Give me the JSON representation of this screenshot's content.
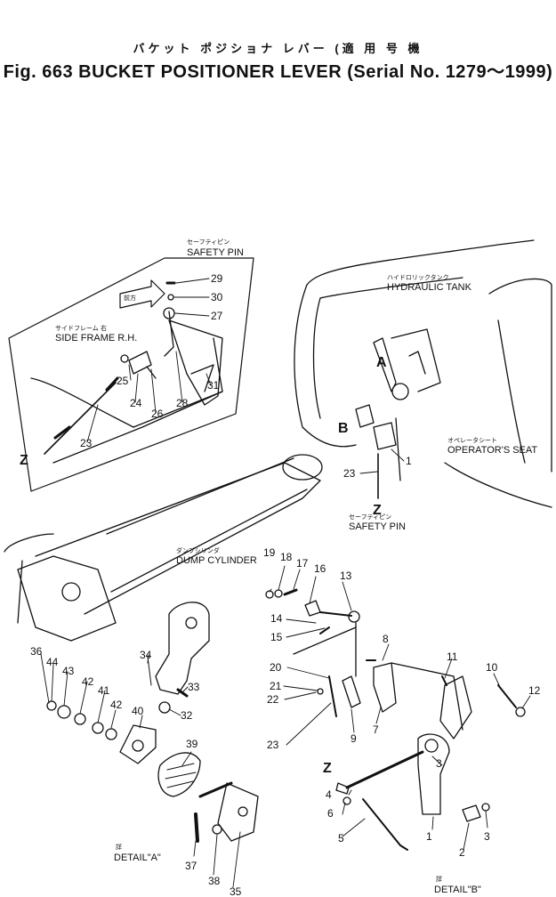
{
  "title": {
    "japanese": "バケット ポジショナ レバー (適 用 号 機",
    "english": "Fig. 663 BUCKET POSITIONER LEVER (Serial No. 1279～1999)"
  },
  "labels": {
    "safety_pin_jp": "セーフティピン",
    "safety_pin": "SAFETY PIN",
    "safety_pin_jp_2": "セーフティピン",
    "safety_pin_2": "SAFETY PIN",
    "hydraulic_tank_jp": "ハイドロリックタンク",
    "hydraulic_tank": "HYDRAULIC TANK",
    "side_frame_jp": "サイドフレーム 右",
    "side_frame": "SIDE FRAME R.H.",
    "operators_seat_jp": "オペレータシート",
    "operators_seat": "OPERATOR'S SEAT",
    "dump_cylinder_jp": "ダンプシリンダ",
    "dump_cylinder": "DUMP CYLINDER",
    "arrow_tag": "前方",
    "detail_a_jp": "詳",
    "detail_a": "DETAIL\"A\"",
    "detail_b_jp": "詳",
    "detail_b": "DETAIL\"B\"",
    "view_z": "Z",
    "view_a": "A",
    "view_b": "B",
    "view_z_2": "Z",
    "view_z_3": "Z"
  },
  "part_numbers": {
    "p1": "1",
    "p1b": "1",
    "p2": "2",
    "p3": "3",
    "p3b": "3",
    "p4": "4",
    "p5": "5",
    "p6": "6",
    "p7": "7",
    "p8": "8",
    "p9": "9",
    "p10": "10",
    "p11": "11",
    "p12": "12",
    "p13": "13",
    "p14": "14",
    "p15": "15",
    "p16": "16",
    "p17": "17",
    "p18": "18",
    "p19": "19",
    "p20": "20",
    "p21": "21",
    "p22": "22",
    "p23": "23",
    "p23b": "23",
    "p23c": "23",
    "p24": "24",
    "p25": "25",
    "p26": "26",
    "p27": "27",
    "p28": "28",
    "p29": "29",
    "p30": "30",
    "p31": "31",
    "p32": "32",
    "p33": "33",
    "p34": "34",
    "p35": "35",
    "p36": "36",
    "p37": "37",
    "p38": "38",
    "p39": "39",
    "p40": "40",
    "p41": "41",
    "p42": "42",
    "p42b": "42",
    "p43": "43",
    "p44": "44"
  }
}
